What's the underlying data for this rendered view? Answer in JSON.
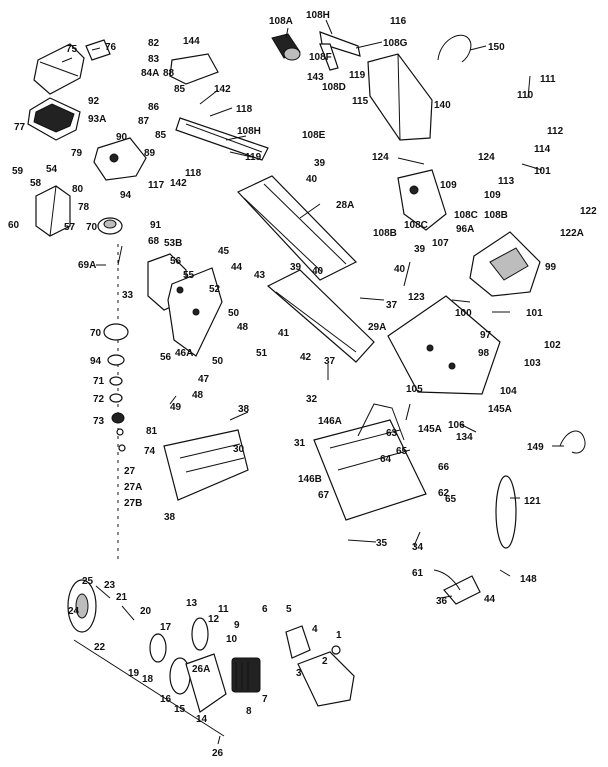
{
  "diagram": {
    "part_numbers": [
      "108A",
      "108H",
      "116",
      "108F",
      "108G",
      "119",
      "150",
      "76",
      "82",
      "83",
      "75",
      "144",
      "84A",
      "88",
      "143",
      "108D",
      "115",
      "111",
      "112",
      "110",
      "142",
      "118",
      "108H",
      "85",
      "86",
      "87",
      "85",
      "92",
      "93A",
      "77",
      "90",
      "89",
      "79",
      "140",
      "108E",
      "124",
      "114",
      "124",
      "113",
      "109",
      "109",
      "101",
      "118",
      "119",
      "142",
      "59",
      "54",
      "58",
      "80",
      "117",
      "39",
      "40",
      "78",
      "94",
      "60",
      "57",
      "70",
      "91",
      "68",
      "28A",
      "53B",
      "69A",
      "56",
      "55",
      "52",
      "33",
      "122",
      "122A",
      "108B",
      "108C",
      "96A",
      "107",
      "108B",
      "108C",
      "39",
      "40",
      "45",
      "44",
      "43",
      "39",
      "40",
      "99",
      "123",
      "37",
      "50",
      "48",
      "46A",
      "51",
      "56",
      "50",
      "29A",
      "41",
      "42",
      "100",
      "101",
      "97",
      "102",
      "98",
      "103",
      "104",
      "145A",
      "105",
      "32",
      "37",
      "70",
      "94",
      "71",
      "72",
      "47",
      "48",
      "49",
      "38",
      "30",
      "73",
      "81",
      "74",
      "27",
      "27A",
      "27B",
      "38",
      "31",
      "146A",
      "63",
      "145A",
      "106",
      "134",
      "149",
      "64",
      "65",
      "66",
      "62",
      "146B",
      "67",
      "65",
      "121",
      "35",
      "34",
      "61",
      "148",
      "36",
      "44",
      "25",
      "23",
      "24",
      "21",
      "20",
      "22",
      "19",
      "18",
      "17",
      "13",
      "12",
      "11",
      "10",
      "9",
      "6",
      "5",
      "4",
      "3",
      "2",
      "1",
      "16",
      "15",
      "14",
      "26A",
      "8",
      "7",
      "26"
    ]
  }
}
